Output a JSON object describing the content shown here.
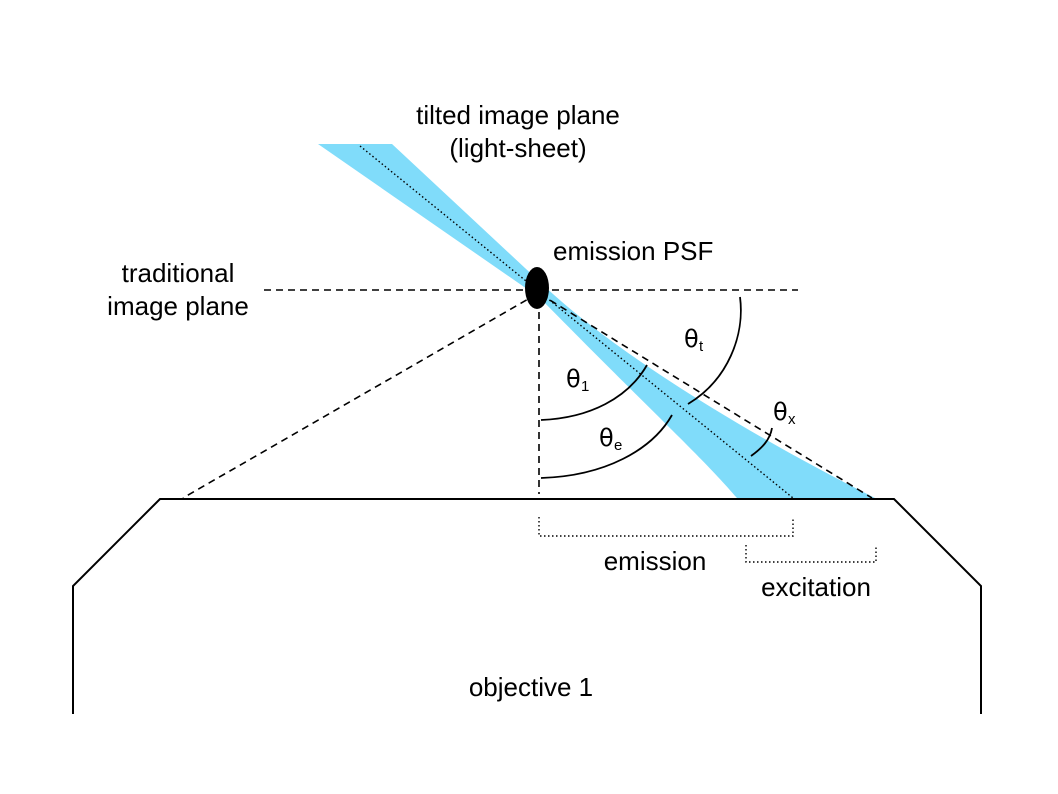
{
  "labels": {
    "tilted_line1": "tilted image plane",
    "tilted_line2": "(light-sheet)",
    "traditional_line1": "traditional",
    "traditional_line2": "image plane",
    "emission_psf": "emission PSF",
    "emission": "emission",
    "excitation": "excitation",
    "objective": "objective 1"
  },
  "angles": {
    "theta_t": {
      "symbol": "θ",
      "subscript": "t"
    },
    "theta_1": {
      "symbol": "θ",
      "subscript": "1"
    },
    "theta_e": {
      "symbol": "θ",
      "subscript": "e"
    },
    "theta_x": {
      "symbol": "θ",
      "subscript": "x"
    }
  },
  "colors": {
    "light_sheet": "#80dcfa",
    "ink": "#000000"
  }
}
